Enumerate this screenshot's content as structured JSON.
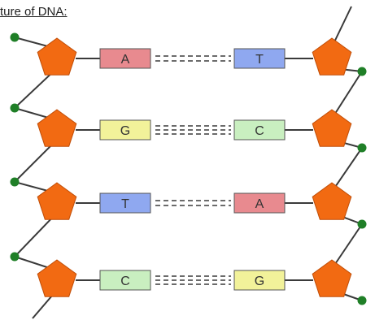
{
  "title": "ture of DNA:",
  "colors": {
    "sugar": "#f26a12",
    "sugar_stroke": "#c04e08",
    "phosphate": "#1f7f27",
    "backbone": "#3a3a3a",
    "base_A": "#e88a8f",
    "base_T": "#8fa8f0",
    "base_G": "#f2f29a",
    "base_C": "#c9efc0",
    "base_stroke": "#555555"
  },
  "pairs": [
    {
      "left": "A",
      "right": "T",
      "bonds": 2
    },
    {
      "left": "G",
      "right": "C",
      "bonds": 3
    },
    {
      "left": "T",
      "right": "A",
      "bonds": 2
    },
    {
      "left": "C",
      "right": "G",
      "bonds": 3
    }
  ]
}
